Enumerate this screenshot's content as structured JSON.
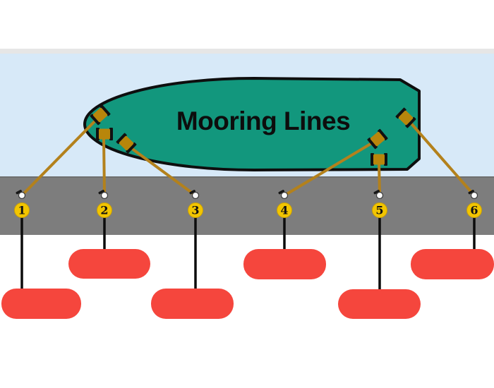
{
  "title": "Mooring Lines",
  "markers": [
    {
      "label": "1"
    },
    {
      "label": "2"
    },
    {
      "label": "3"
    },
    {
      "label": "4"
    },
    {
      "label": "5"
    },
    {
      "label": "6"
    }
  ],
  "answer_boxes": [
    {
      "value": ""
    },
    {
      "value": ""
    },
    {
      "value": ""
    },
    {
      "value": ""
    },
    {
      "value": ""
    },
    {
      "value": ""
    }
  ],
  "icons": [
    "winch-icon",
    "bollard-icon"
  ],
  "colors": {
    "ship": "#12977d",
    "water": "#d7e9f8",
    "shore_strip": "#e6e6e6",
    "dock": "#7d7d7d",
    "rope": "#b3811c",
    "winch_body": "#b8860b",
    "marker_fill": "#f2c500",
    "answer_box": "#f5463d",
    "connector_line": "#0c0c0c",
    "title_text": "#0d0d0d"
  }
}
